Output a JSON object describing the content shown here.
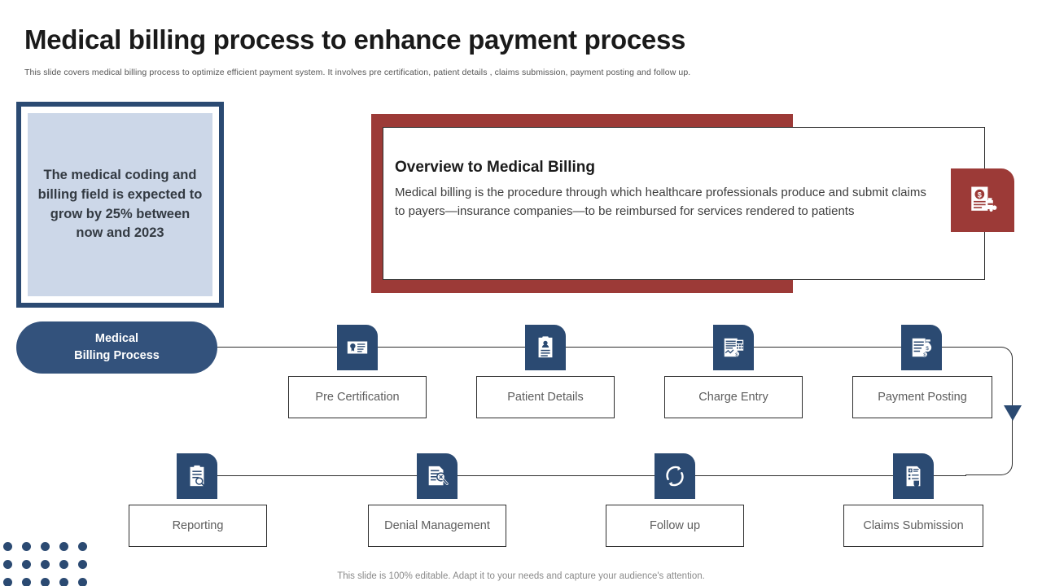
{
  "header": {
    "title": "Medical billing process to enhance payment process",
    "subtitle": "This slide covers medical billing  process to optimize efficient payment system. It involves pre certification, patient details , claims submission, payment posting and follow up."
  },
  "stat_card": {
    "text": "The medical coding and billing field is expected to grow by 25% between now and 2023",
    "border_color": "#2b4a72",
    "fill_color": "#ccd7e8"
  },
  "overview": {
    "title": "Overview to Medical Billing",
    "body": "Medical billing is the procedure through which healthcare professionals produce and submit claims to payers—insurance companies—to be reimbursed for services rendered to patients",
    "accent_color": "#9c3a37",
    "badge_icon": "invoice-dollar-icon"
  },
  "flow": {
    "start_label": "Medical\nBilling Process",
    "start_line1": "Medical",
    "start_line2": "Billing Process",
    "accent_color": "#2b4a72",
    "row1": [
      {
        "label": "Pre Certification",
        "icon": "certificate-icon"
      },
      {
        "label": "Patient Details",
        "icon": "patient-record-icon"
      },
      {
        "label": "Charge Entry",
        "icon": "invoice-calculator-icon"
      },
      {
        "label": "Payment Posting",
        "icon": "money-bag-document-icon"
      }
    ],
    "row2": [
      {
        "label": "Reporting",
        "icon": "clipboard-search-icon"
      },
      {
        "label": "Denial Management",
        "icon": "document-denied-search-icon"
      },
      {
        "label": "Follow up",
        "icon": "refresh-cycle-icon"
      },
      {
        "label": "Claims Submission",
        "icon": "medical-claim-shield-icon"
      }
    ],
    "arrow": "arrow-down-icon"
  },
  "footer": {
    "note": "This slide is 100% editable. Adapt it to your needs and capture your audience's attention."
  }
}
